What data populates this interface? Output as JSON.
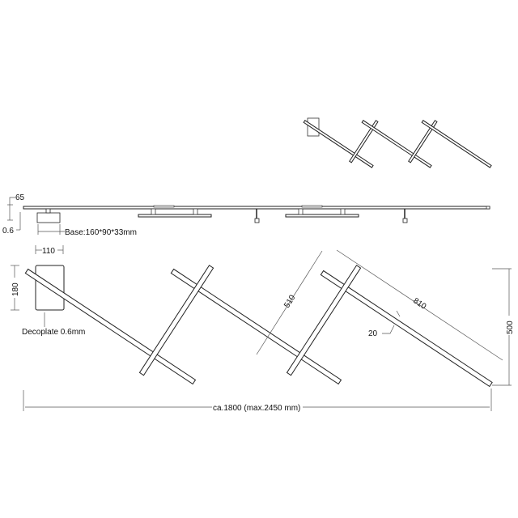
{
  "drawing": {
    "side_view": {
      "height_label": "65",
      "thickness_label": "0.6",
      "base_label": "Base:160*90*33mm"
    },
    "plan_view": {
      "decoplate_width": "110",
      "decoplate_height": "180",
      "decoplate_label": "Decoplate 0.6mm",
      "bar_spacing": "510",
      "bar_length": "810",
      "bar_width": "20",
      "total_height": "500",
      "total_width": "ca.1800 (max.2450 mm)"
    }
  },
  "colors": {
    "line": "#222222",
    "dimension": "#555555",
    "background": "#ffffff"
  }
}
